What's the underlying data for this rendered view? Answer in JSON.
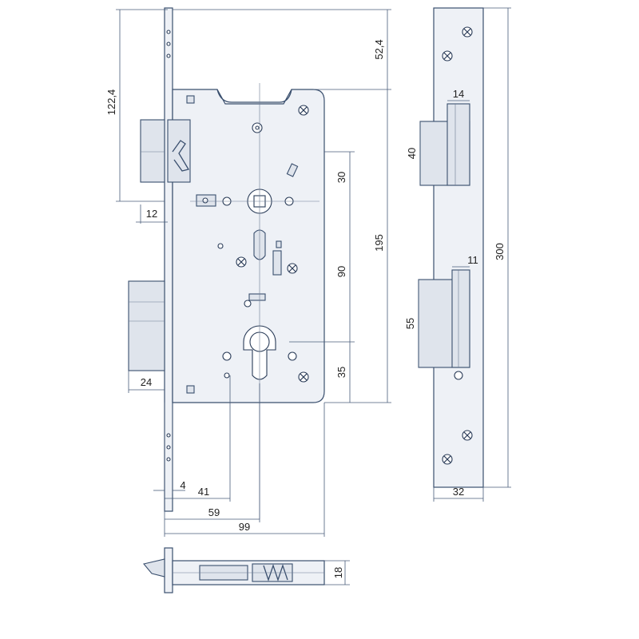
{
  "dimensions": {
    "d_122_4": "122,4",
    "d_52_4": "52,4",
    "d_12": "12",
    "d_30": "30",
    "d_195": "195",
    "d_90": "90",
    "d_35": "35",
    "d_24": "24",
    "d_4": "4",
    "d_41": "41",
    "d_59": "59",
    "d_99": "99",
    "d_18": "18",
    "d_14": "14",
    "d_40": "40",
    "d_11": "11",
    "d_55": "55",
    "d_300": "300",
    "d_32": "32"
  },
  "colors": {
    "line": "#3a4f6e",
    "fill": "#eef1f6"
  }
}
